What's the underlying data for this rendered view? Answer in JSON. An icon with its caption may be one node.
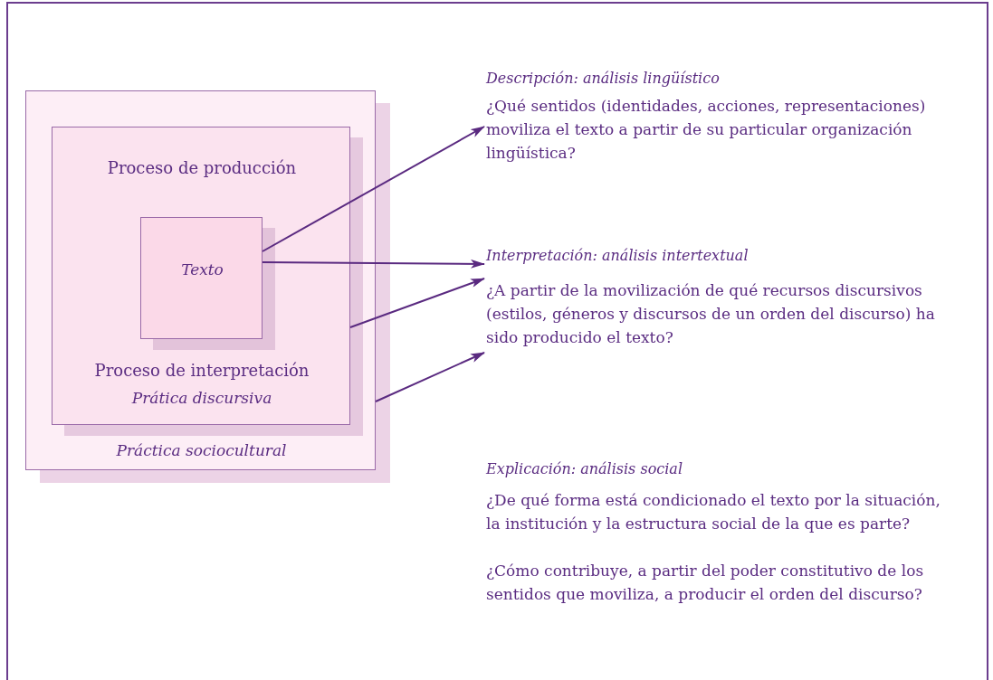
{
  "diagram": {
    "nodes": [
      {
        "text": [
          "Práctica sociocultural"
        ]
      },
      {
        "text": [
          "Proceso de producción",
          "Proceso de interpretación",
          "Prática discursiva"
        ],
        "in": 0
      },
      {
        "text": [
          "Texto"
        ],
        "in": 1
      },
      {
        "text": [
          "Descripción: análisis lingüístico",
          "¿Qué sentidos (identidades, acciones, representaciones) moviliza el texto a partir de su particular organización lingüística?"
        ]
      },
      {
        "text": [
          "Interpretación: análisis intertextual",
          "¿A partir de la movilización de qué recursos discursivos (estilos, géneros y discursos de un orden del discurso) ha sido producido el texto?"
        ]
      }
    ],
    "edges": [
      {
        "from": 2,
        "to": 3,
        "arrow": "to"
      },
      {
        "from": 2,
        "to": 4,
        "arrow": "to"
      },
      {
        "from": 1,
        "to": 4,
        "arrow": "to"
      },
      {
        "from": 0,
        "to": 4,
        "arrow": "to"
      }
    ],
    "labels": [
      "Explicación: análisis social",
      "¿De qué forma está condicionado el texto por la situación, la institución y la estructura social de la que es parte?",
      "¿Cómo contribuye, a partir del poder constitutivo de los sentidos que moviliza, a producir el orden del discurso?"
    ]
  }
}
